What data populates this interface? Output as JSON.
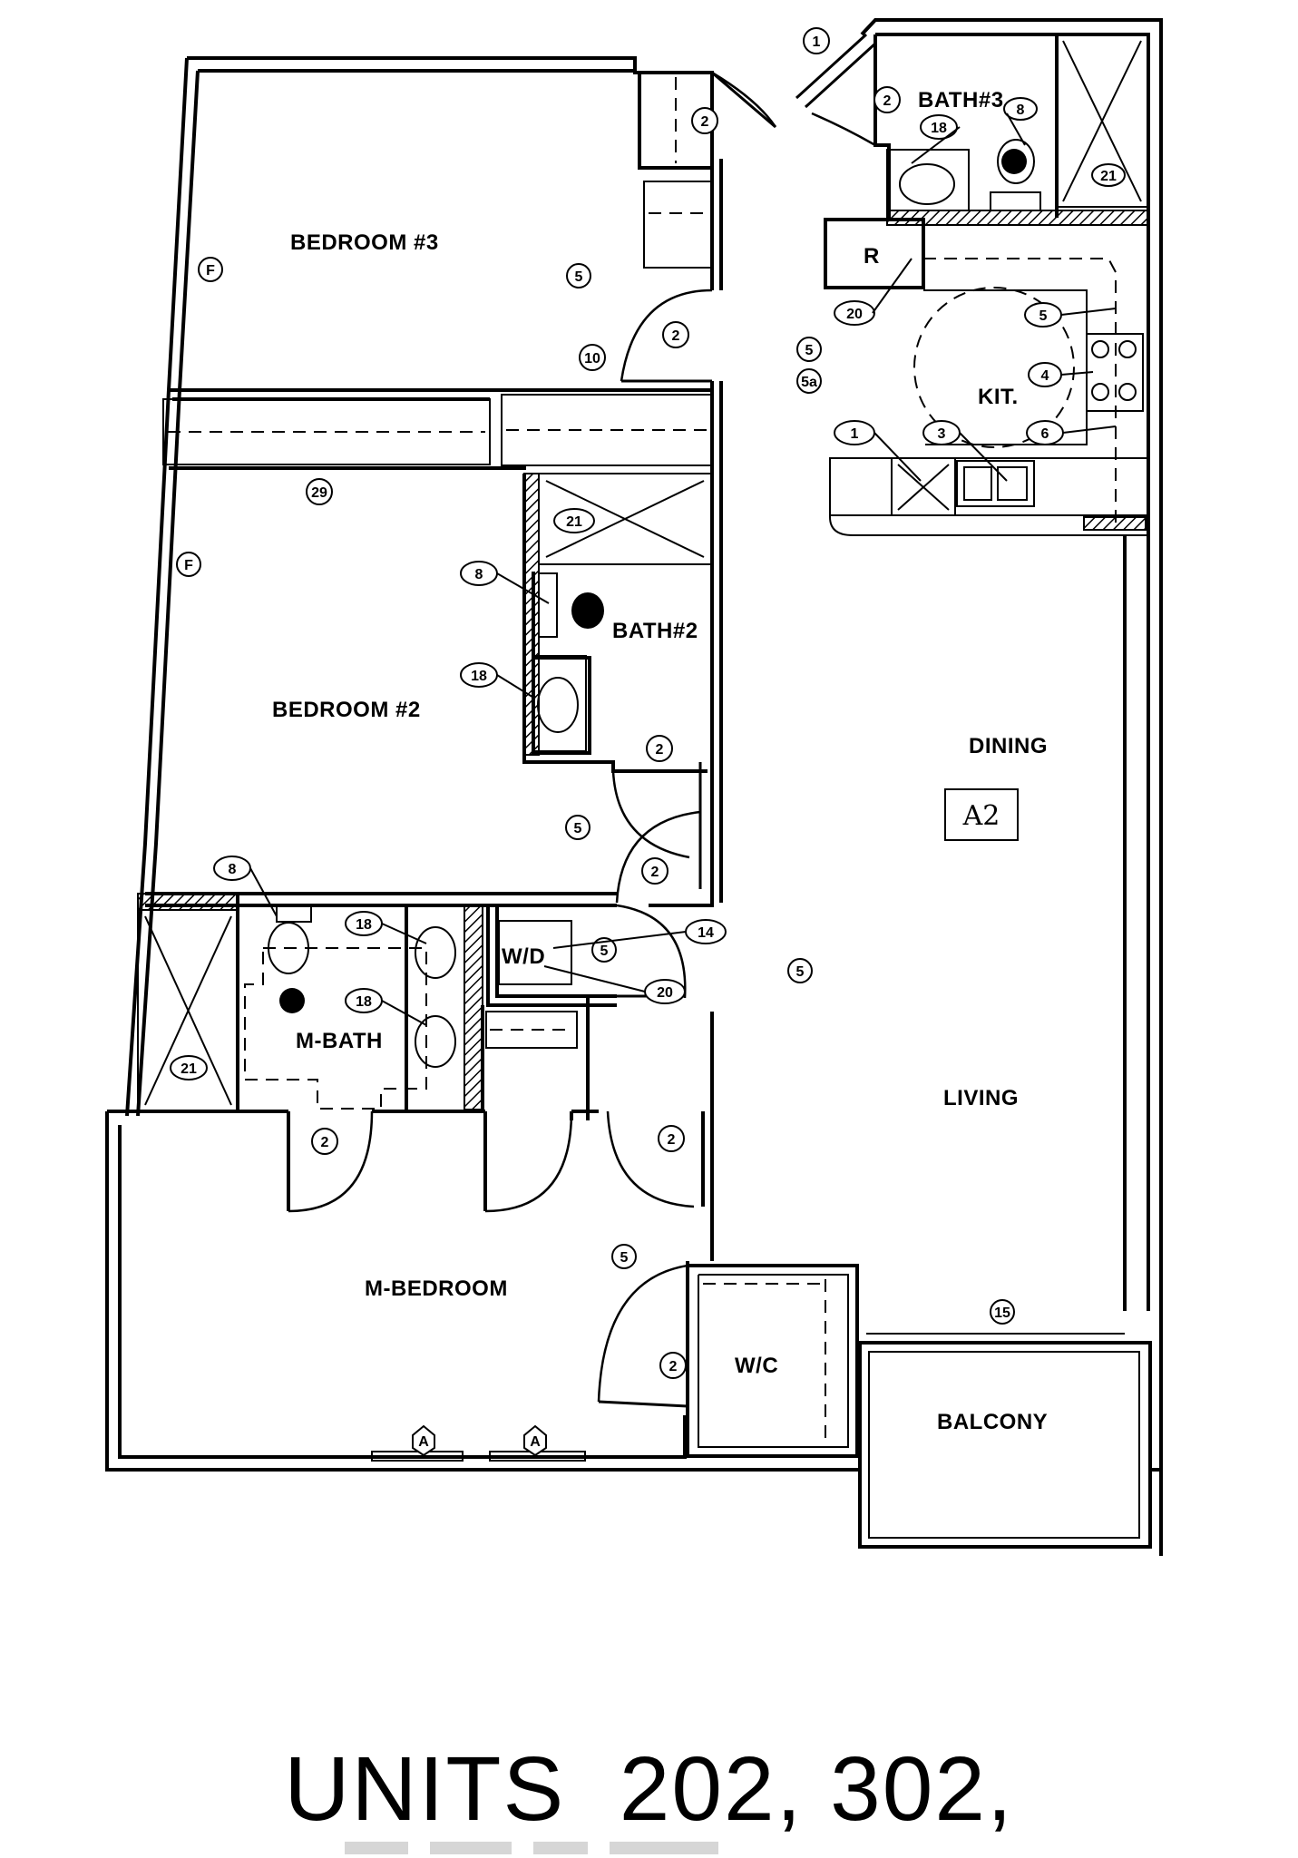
{
  "drawing": {
    "unit_code": "A2",
    "caption": "UNITS  202, 302,",
    "rooms": {
      "bedroom3": "BEDROOM #3",
      "bedroom2": "BEDROOM #2",
      "bath3": "BATH#3",
      "bath2": "BATH#2",
      "kitchen": "KIT.",
      "dining": "DINING",
      "living": "LIVING",
      "mbath": "M-BATH",
      "mbedroom": "M-BEDROOM",
      "wc": "W/C",
      "balcony": "BALCONY",
      "washer_dryer": "W/D",
      "refrigerator": "R"
    },
    "tags": {
      "t1": "1",
      "t2": "2",
      "t3": "3",
      "t4": "4",
      "t5": "5",
      "t6": "6",
      "t8": "8",
      "t10": "10",
      "t14": "14",
      "t15": "15",
      "t18": "18",
      "t20": "20",
      "t21": "21",
      "t29": "29",
      "t5a": "5a",
      "tF": "F",
      "tA": "A"
    }
  }
}
